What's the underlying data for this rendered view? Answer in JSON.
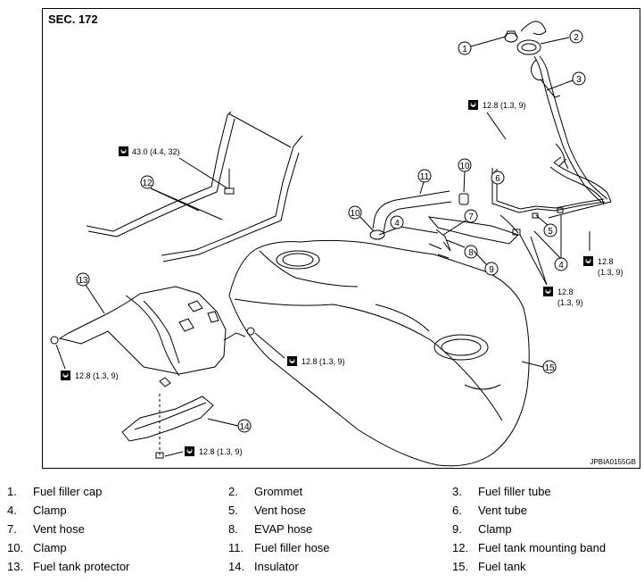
{
  "section_label": "SEC. 172",
  "reference_code": "JPBIA0155GB",
  "callouts": [
    "1",
    "2",
    "3",
    "4",
    "5",
    "6",
    "7",
    "8",
    "9",
    "10",
    "11",
    "12",
    "13",
    "14",
    "15"
  ],
  "torque": {
    "t1": "12.8 (1.3, 9)",
    "t2": "43.0 (4.4, 32)",
    "t3": "12.8",
    "t3b": "(1.3, 9)",
    "t4": "12.8",
    "t4b": "(1.3, 9)",
    "t5": "12.8 (1.3, 9)",
    "t6": "12.8 (1.3, 9)",
    "t7": "12.8 (1.3, 9)"
  },
  "legend": [
    {
      "num": "1.",
      "name": "Fuel filler cap"
    },
    {
      "num": "2.",
      "name": "Grommet"
    },
    {
      "num": "3.",
      "name": "Fuel filler tube"
    },
    {
      "num": "4.",
      "name": "Clamp"
    },
    {
      "num": "5.",
      "name": "Vent hose"
    },
    {
      "num": "6.",
      "name": "Vent tube"
    },
    {
      "num": "7.",
      "name": "Vent hose"
    },
    {
      "num": "8.",
      "name": "EVAP hose"
    },
    {
      "num": "9.",
      "name": "Clamp"
    },
    {
      "num": "10.",
      "name": "Clamp"
    },
    {
      "num": "11.",
      "name": "Fuel filler hose"
    },
    {
      "num": "12.",
      "name": "Fuel tank mounting band"
    },
    {
      "num": "13.",
      "name": "Fuel tank protector"
    },
    {
      "num": "14.",
      "name": "Insulator"
    },
    {
      "num": "15.",
      "name": "Fuel tank"
    }
  ]
}
